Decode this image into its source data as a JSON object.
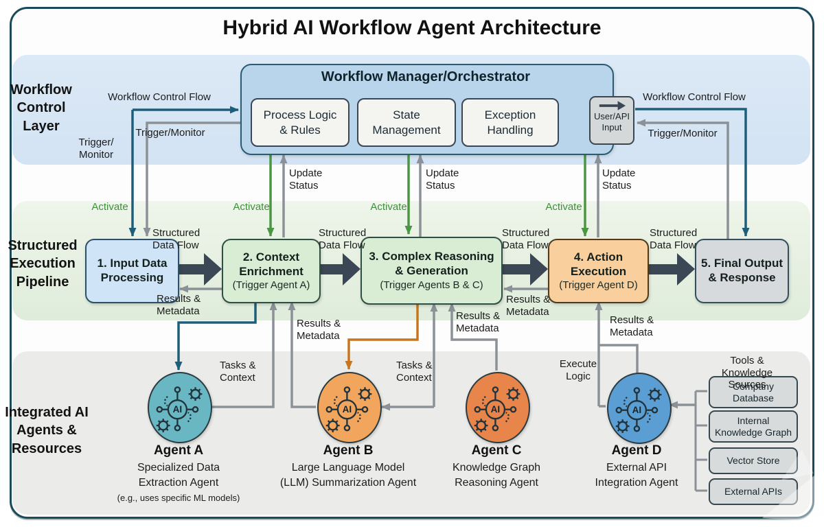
{
  "title": "Hybrid AI Workflow Agent Architecture",
  "layers": {
    "control": {
      "label": "Workflow\nControl\nLayer"
    },
    "pipeline": {
      "label": "Structured\nExecution\nPipeline"
    },
    "agents": {
      "label": "Integrated AI\nAgents &\nResources"
    }
  },
  "manager": {
    "title": "Workflow Manager/Orchestrator",
    "modules": [
      "Process Logic\n& Rules",
      "State\nManagement",
      "Exception\nHandling"
    ]
  },
  "user_api": {
    "label": "User/API\nInput"
  },
  "flow_labels": {
    "workflow_control_flow": "Workflow Control Flow",
    "trigger_monitor": "Trigger/Monitor",
    "trigger_monitor_stacked": "Trigger/\nMonitor",
    "update_status": "Update\nStatus",
    "activate": "Activate",
    "structured_data_flow": "Structured\nData Flow",
    "results_metadata": "Results &\nMetadata",
    "tasks_context": "Tasks &\nContext",
    "execute_logic": "Execute\nLogic"
  },
  "pipeline_boxes": [
    {
      "title": "1. Input Data\nProcessing",
      "subtitle": ""
    },
    {
      "title": "2. Context\nEnrichment",
      "subtitle": "(Trigger Agent A)"
    },
    {
      "title": "3. Complex Reasoning\n& Generation",
      "subtitle": "(Trigger Agents B & C)"
    },
    {
      "title": "4. Action\nExecution",
      "subtitle": "(Trigger Agent D)"
    },
    {
      "title": "5. Final Output\n& Response",
      "subtitle": ""
    }
  ],
  "agents": [
    {
      "name": "Agent A",
      "desc": "Specialized Data\nExtraction Agent",
      "note": "(e.g., uses specific ML models)",
      "icon_label": "AI"
    },
    {
      "name": "Agent B",
      "desc": "Large Language Model\n(LLM) Summarization Agent",
      "note": "",
      "icon_label": "AI"
    },
    {
      "name": "Agent C",
      "desc": "Knowledge Graph\nReasoning Agent",
      "note": "",
      "icon_label": "AI"
    },
    {
      "name": "Agent D",
      "desc": "External API\nIntegration Agent",
      "note": "",
      "icon_label": "AI"
    }
  ],
  "tools": {
    "title": "Tools & Knowledge Sources",
    "items": [
      "Company\nDatabase",
      "Internal\nKnowledge Graph",
      "Vector Store",
      "External APIs"
    ]
  },
  "colors": {
    "teal_flow": "#1d5f7a",
    "gray_flow": "#8b9196",
    "green_flow": "#4b9642",
    "orange_flow": "#c5761f",
    "thick_arrow": "#3b4754"
  }
}
